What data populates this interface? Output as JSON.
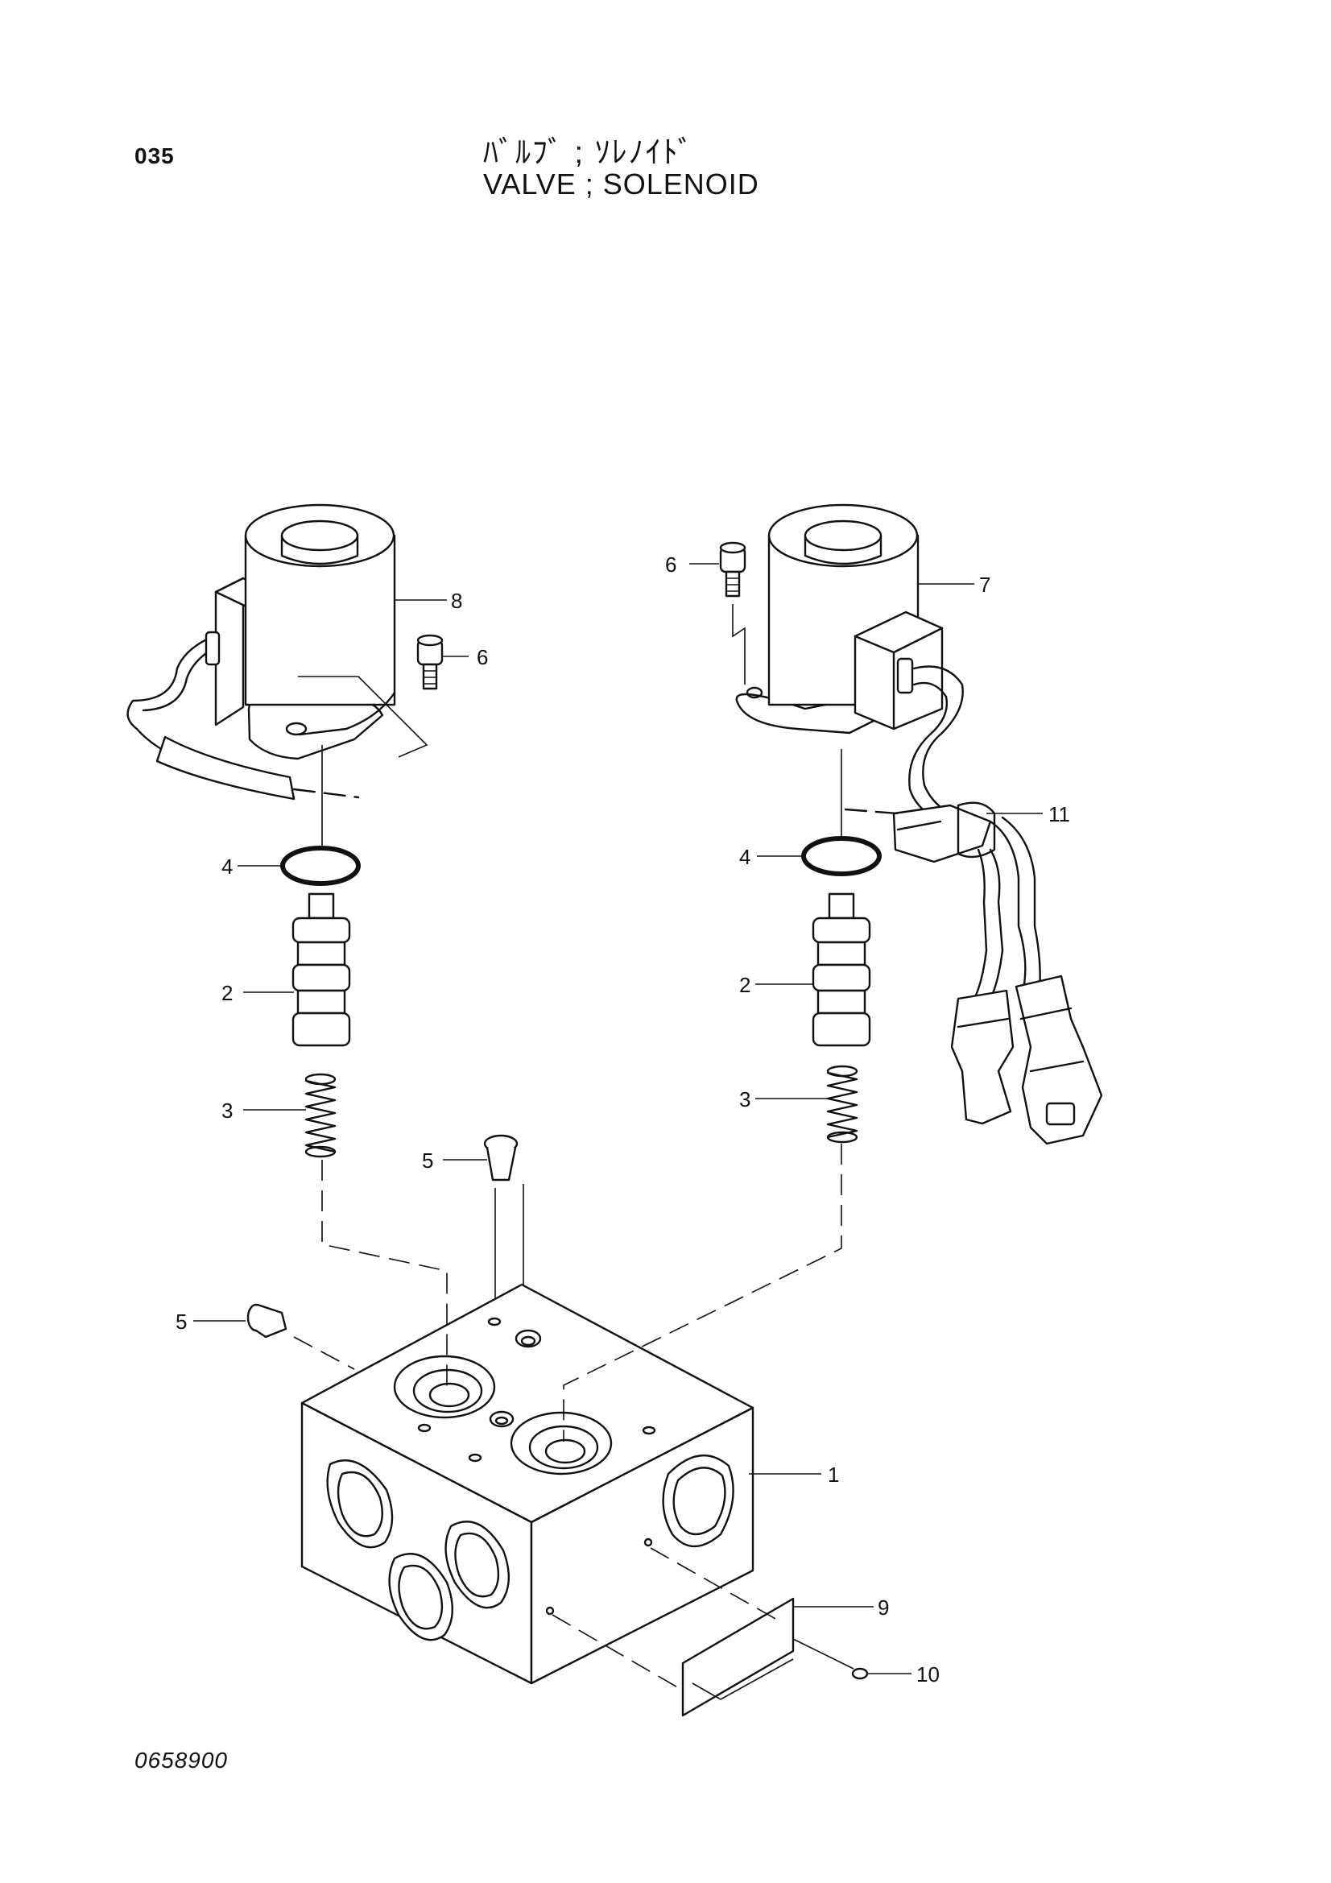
{
  "header": {
    "page_number": "035",
    "title_jp": "ﾊﾞﾙﾌﾞ ; ｿﾚﾉｲﾄﾞ",
    "title_en": "VALVE ; SOLENOID"
  },
  "footer": {
    "drawing_code": "0658900"
  },
  "callouts": {
    "c1": "1",
    "c2_left": "2",
    "c2_right": "2",
    "c3_left": "3",
    "c3_right": "3",
    "c4_left": "4",
    "c4_right": "4",
    "c5_top": "5",
    "c5_side": "5",
    "c6_left": "6",
    "c6_right": "6",
    "c7": "7",
    "c8": "8",
    "c9": "9",
    "c10": "10",
    "c11": "11"
  }
}
